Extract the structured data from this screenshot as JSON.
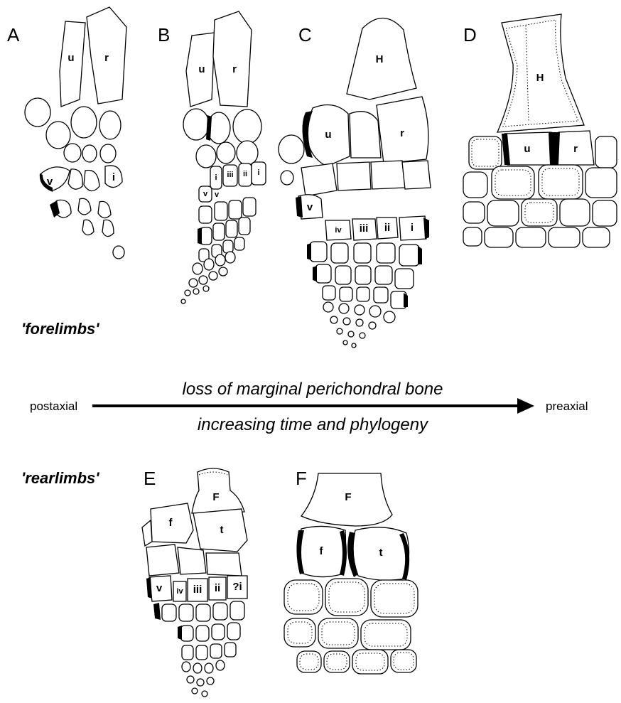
{
  "panels": {
    "A": {
      "letter": "A",
      "labels": {
        "u": "u",
        "r": "r",
        "v": "v",
        "i": "i"
      }
    },
    "B": {
      "letter": "B",
      "labels": {
        "u": "u",
        "r": "r",
        "i1": "i",
        "iii": "iii",
        "ii": "ii",
        "i2": "i",
        "v": "v",
        "v2": "v"
      }
    },
    "C": {
      "letter": "C",
      "labels": {
        "H": "H",
        "u": "u",
        "r": "r",
        "v": "v",
        "iv": "iv",
        "iii": "iii",
        "ii": "ii",
        "i": "i"
      }
    },
    "D": {
      "letter": "D",
      "labels": {
        "H": "H",
        "u": "u",
        "r": "r"
      }
    },
    "E": {
      "letter": "E",
      "labels": {
        "F": "F",
        "f": "f",
        "t": "t",
        "v": "v",
        "iv": "iv",
        "iii": "iii",
        "ii": "ii",
        "qi": "?i"
      }
    },
    "F": {
      "letter": "F",
      "labels": {
        "F": "F",
        "f": "f",
        "t": "t"
      }
    }
  },
  "groups": {
    "forelimbs": "'forelimbs'",
    "rearlimbs": "'rearlimbs'"
  },
  "axis": {
    "left": "postaxial",
    "right": "preaxial",
    "top_text": "loss of marginal perichondral bone",
    "bottom_text": "increasing time and phylogeny"
  }
}
